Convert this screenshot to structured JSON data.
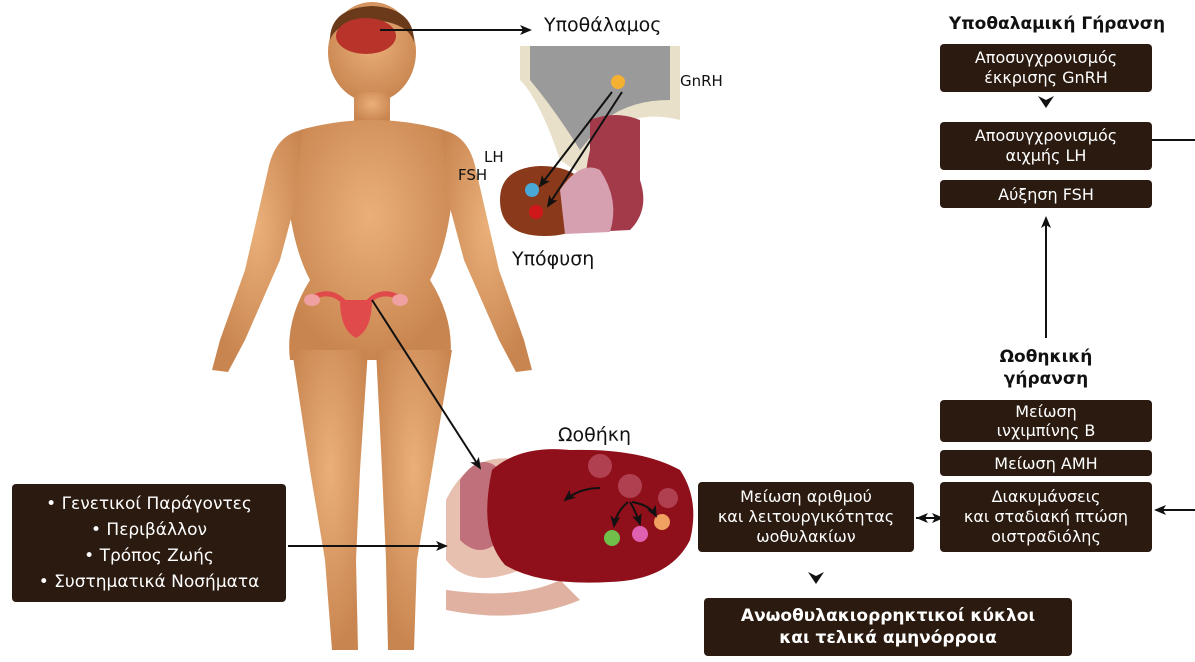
{
  "labels": {
    "hypothalamus": "Υποθάλαμος",
    "gnrh": "GnRH",
    "lh": "LH",
    "fsh": "FSH",
    "pituitary": "Υπόφυση",
    "ovary": "Ωοθήκη"
  },
  "right_panel": {
    "hypothalamic_title": "Υποθαλαμική Γήρανση",
    "box_gnrh": "Αποσυγχρονισμός\nέκκρισης GnRH",
    "box_lh": "Αποσυγχρονισμός\nαιχμής LH",
    "box_fsh": "Αύξηση FSH",
    "ovarian_title": "Ωοθηκική\nγήρανση",
    "box_inhibin": "Μείωση\nινχιμπίνης Β",
    "box_amh": "Μείωση AMH",
    "box_estradiol": "Διακυμάνσεις\nκαι σταδιακή πτώση\nοιστραδιόλης"
  },
  "center": {
    "box_follicles": "Μείωση αριθμού\nκαι λειτουργικότητας\nωοθυλακίων",
    "box_outcome": "Ανωοθυλακιορρηκτικοί κύκλοι\nκαι τελικά αμηνόρροια"
  },
  "factors": {
    "items": [
      "• Γενετικοί Παράγοντες",
      "• Περιβάλλον",
      "• Τρόπος Ζωής",
      "• Συστηματικά Νοσήματα"
    ]
  },
  "colors": {
    "box_bg": "#2a1a10",
    "skin": "#e0a06a",
    "ovary": "#8f0f1a",
    "brain": "#b8342a",
    "pituitary": "#8a3a1a",
    "fsh_dot": "#4aa8d8",
    "lh_dot": "#d01818",
    "gnrh_dot": "#f4b030"
  }
}
